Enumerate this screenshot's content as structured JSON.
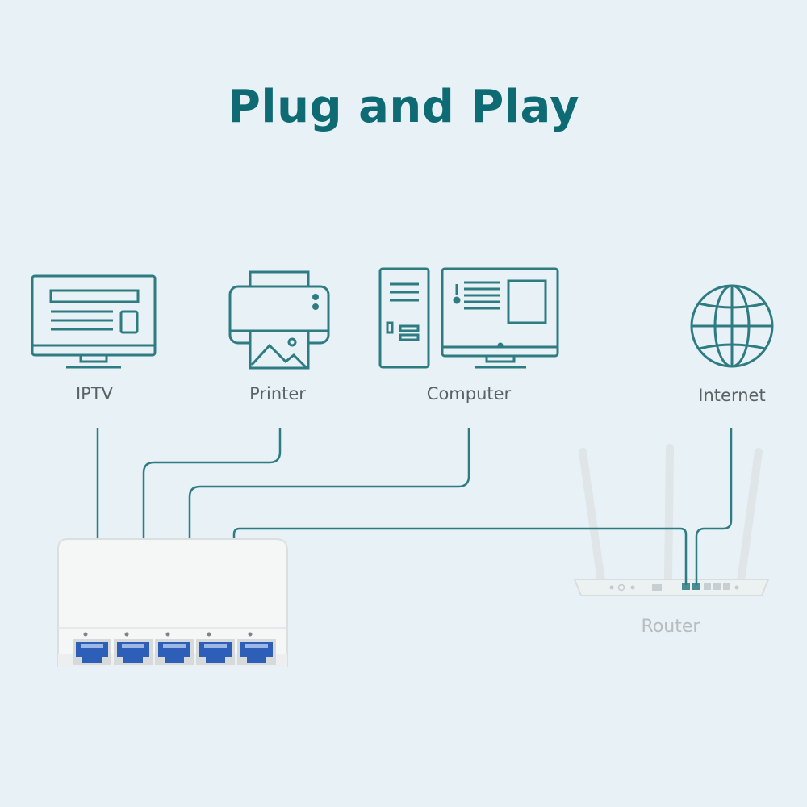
{
  "title": "Plug and Play",
  "devices": [
    {
      "name": "IPTV",
      "icon": "tv-icon"
    },
    {
      "name": "Printer",
      "icon": "printer-icon"
    },
    {
      "name": "Computer",
      "icon": "computer-icon"
    },
    {
      "name": "Internet",
      "icon": "globe-icon"
    }
  ],
  "router": {
    "label": "Router"
  },
  "switch": {
    "port_count": 5
  },
  "colors": {
    "background": "#e7f1f6",
    "title": "#0f6b73",
    "icon_stroke": "#2e7b82",
    "cable": "#2e7b82",
    "port": "#2d5fb8",
    "router_label": "#b7bec0"
  }
}
